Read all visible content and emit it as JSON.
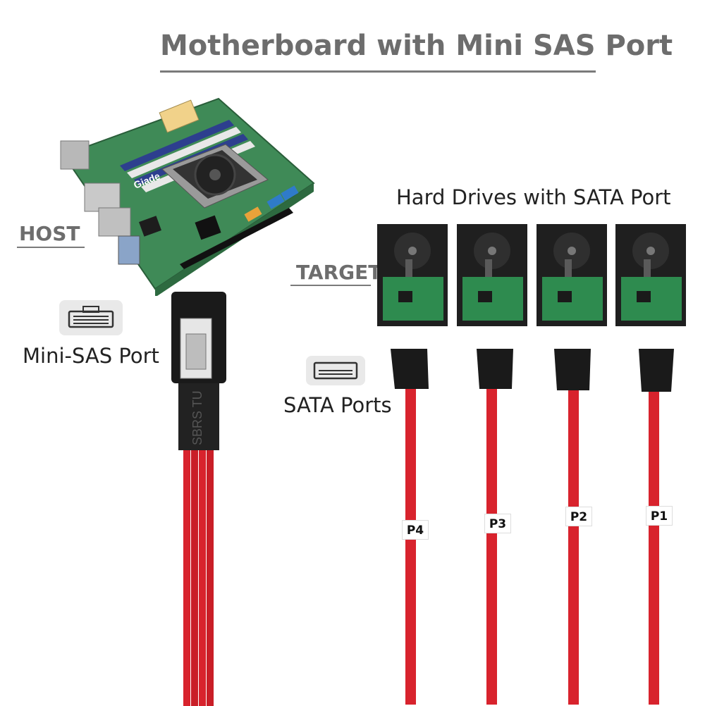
{
  "title": "Motherboard with Mini SAS Port",
  "labels": {
    "host": "HOST",
    "target": "TARGET",
    "hard_drives": "Hard Drives with SATA Port",
    "mini_sas_port": "Mini-SAS Port",
    "sata_ports": "SATA Ports"
  },
  "cable_tags": [
    "P4",
    "P3",
    "P2",
    "P1"
  ],
  "connector_print": "SBRS TU",
  "motherboard_brand": "Giade",
  "colors": {
    "heading_gray": "#6d6d6d",
    "cable_red": "#d8232d",
    "connector_black": "#1a1a1a",
    "pcb_green": "#3f8a57"
  }
}
